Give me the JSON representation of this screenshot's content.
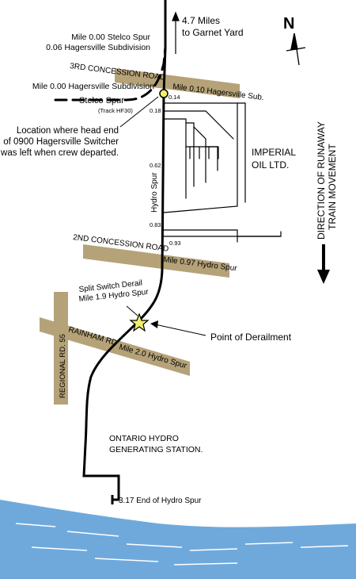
{
  "north": {
    "letter": "N"
  },
  "garnet": {
    "line1": "4.7 Miles",
    "line2": "to Garnet Yard"
  },
  "stelco_spur_mile": {
    "line1": "Mile 0.00 Stelco Spur",
    "line2": "0.06 Hagersville Subdivision"
  },
  "roads": {
    "third_concession": "3RD CONCESSION ROAD",
    "third_concession_mile": "Mile 0.10 Hagersville Sub.",
    "second_concession": "2ND CONCESSION ROAD",
    "second_concession_mile": "Mile 0.97 Hydro Spur",
    "rainham": "RAINHAM RD",
    "rainham_mile": "Mile 2.0 Hydro Spur",
    "regional": "REGIONAL RD. 55"
  },
  "hagersville_mile": "Mile 0.00 Hagersville Subdivision",
  "stelco_spur": {
    "label": "Stelco Spur",
    "track": "(Track HF30)"
  },
  "head_end_location": {
    "line1": "Location where head  end",
    "line2": "of 0900 Hagersville Switcher",
    "line3": "was left when crew departed."
  },
  "mileposts": [
    "0.14",
    "0.18",
    "0.62",
    "0.83",
    "0.93"
  ],
  "hydro_spur": "Hydro Spur",
  "imperial_oil": {
    "line1": "IMPERIAL",
    "line2": "OIL LTD."
  },
  "direction": {
    "line1": "DIRECTION OF RUNAWAY",
    "line2": "TRAIN MOVEMENT"
  },
  "split_switch": {
    "line1": "Split Switch Derail",
    "line2": "Mile 1.9 Hydro Spur"
  },
  "derailment": "Point of Derailment",
  "ontario_hydro": {
    "line1": "ONTARIO HYDRO",
    "line2": "GENERATING STATION."
  },
  "end_of_spur": "3.17 End of Hydro Spur",
  "colors": {
    "road": "#b5a278",
    "water": "#6fa9dc",
    "track": "#000000",
    "marker": "#f2ee6a"
  }
}
